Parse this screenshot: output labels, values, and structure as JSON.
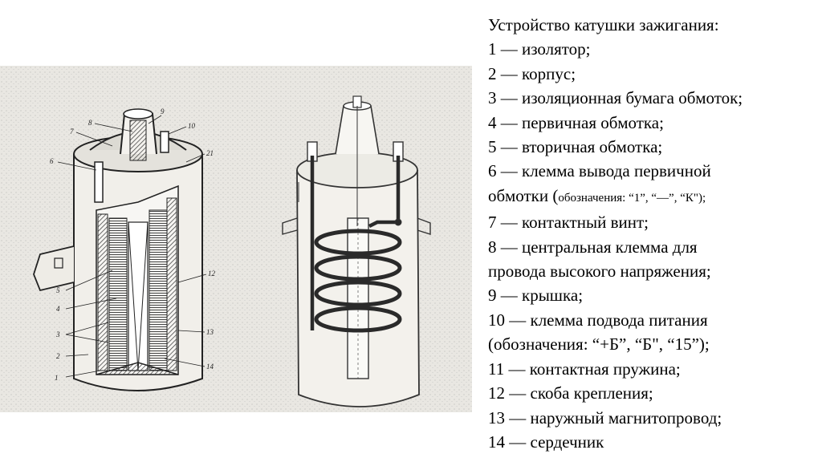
{
  "legend": {
    "title": "Устройство катушки зажигания:",
    "items": [
      {
        "text": "1 — изолятор;"
      },
      {
        "text": "2 — корпус;"
      },
      {
        "text": "3 — изоляционная бумага обмоток;"
      },
      {
        "text": "4 — первичная обмотка;"
      },
      {
        "text": "5 — вторичная обмотка;"
      },
      {
        "text": "6 — клемма вывода первичной"
      },
      {
        "text": "обмотки (",
        "small": "обозначения: “1”, “—”, “К\");"
      },
      {
        "text": "7 — контактный винт;"
      },
      {
        "text": "8 — центральная клемма для"
      },
      {
        "text": "провода высокого напряжения;"
      },
      {
        "text": "9 — крышка;"
      },
      {
        "text": "10 — клемма подвода питания"
      },
      {
        "text": "(обозначения: “+Б”, “Б\", “15”);"
      },
      {
        "text": "11 — контактная пружина;"
      },
      {
        "text": "12 — скоба крепления;"
      },
      {
        "text": "13 — наружный магнитопровод;"
      },
      {
        "text": " 14 — сердечник"
      }
    ]
  },
  "callouts": [
    "1",
    "2",
    "3",
    "4",
    "5",
    "6",
    "7",
    "8",
    "9",
    "10",
    "21",
    "12",
    "13",
    "14"
  ]
}
